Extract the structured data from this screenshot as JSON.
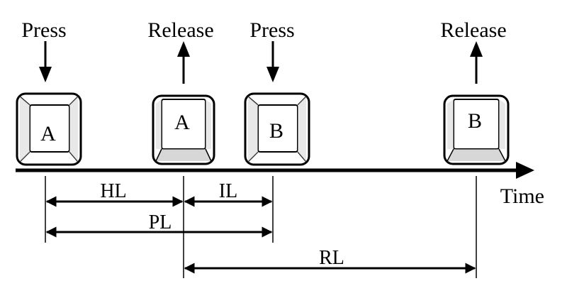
{
  "events": [
    {
      "id": "a-press",
      "label": "Press",
      "direction": "down"
    },
    {
      "id": "a-release",
      "label": "Release",
      "direction": "up"
    },
    {
      "id": "b-press",
      "label": "Press",
      "direction": "down"
    },
    {
      "id": "b-release",
      "label": "Release",
      "direction": "up"
    }
  ],
  "keys": [
    {
      "id": "key-a-down",
      "letter": "A",
      "state": "pressed"
    },
    {
      "id": "key-a-up",
      "letter": "A",
      "state": "released"
    },
    {
      "id": "key-b-down",
      "letter": "B",
      "state": "pressed"
    },
    {
      "id": "key-b-up",
      "letter": "B",
      "state": "released"
    }
  ],
  "intervals": [
    {
      "id": "hl",
      "label": "HL",
      "from": "a-press",
      "to": "a-release"
    },
    {
      "id": "il",
      "label": "IL",
      "from": "a-release",
      "to": "b-press"
    },
    {
      "id": "pl",
      "label": "PL",
      "from": "a-press",
      "to": "b-press"
    },
    {
      "id": "rl",
      "label": "RL",
      "from": "a-release",
      "to": "b-release"
    }
  ],
  "axis": {
    "label": "Time"
  },
  "colors": {
    "ink": "#000000",
    "key_face": "#ffffff",
    "key_bevel": "#8a8a8a"
  }
}
